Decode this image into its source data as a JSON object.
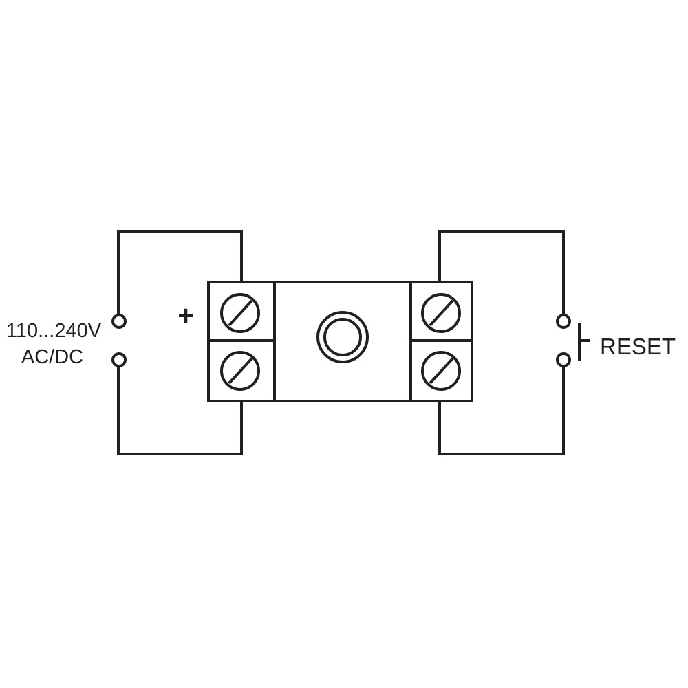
{
  "supply": {
    "voltage_label": "110...240V",
    "type_label": "AC/DC",
    "polarity_label": "+"
  },
  "reset": {
    "label": "RESET"
  },
  "colors": {
    "line": "#231f20",
    "background": "#ffffff"
  },
  "icons": {
    "center": "indicator-led-icon",
    "screws": "screw-terminal-icon",
    "contacts": "contact-point-icon",
    "switch": "pushbutton-switch-icon"
  }
}
